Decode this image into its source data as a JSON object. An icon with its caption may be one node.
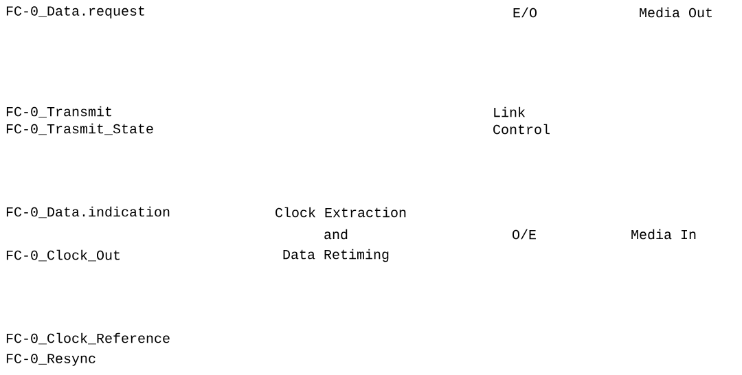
{
  "diagram": {
    "labels": [
      "FC-0_Data.request",
      "E/O",
      "Media Out",
      "FC-0_Transmit",
      "Link Control",
      "FC-0_Trasmit_State",
      "FC-0_Data.indication",
      "Clock Extraction",
      "and",
      "O/E",
      "Media In",
      "FC-0_Clock_Out",
      "Data Retiming",
      "FC-0_Clock_Reference",
      "FC-0_Resync"
    ]
  }
}
